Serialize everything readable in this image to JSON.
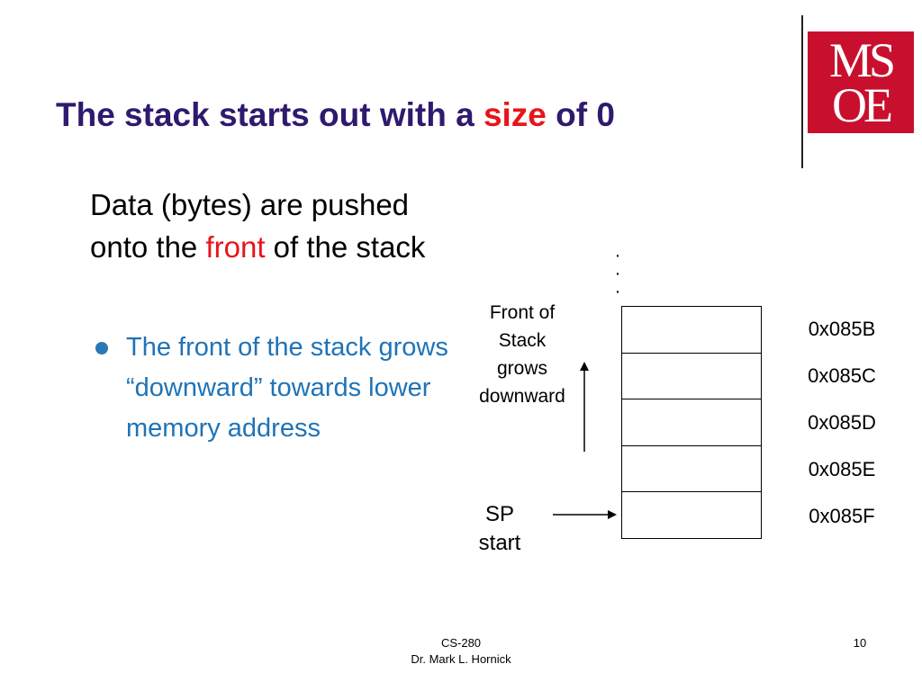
{
  "slide": {
    "title_before": "The stack starts out with a ",
    "title_accent": "size",
    "title_after": " of 0"
  },
  "logo": {
    "line1": "MS",
    "line2": "OE",
    "color": "#c8102e"
  },
  "body": {
    "line1": "Data (bytes) are pushed onto the ",
    "accent": "front",
    "line2": " of the stack"
  },
  "bullet": {
    "text": "The front of the stack grows “downward” towards lower memory address"
  },
  "diagram": {
    "front_label_lines": [
      "Front of",
      "Stack",
      "grows",
      "downward"
    ],
    "sp_label_lines": [
      "SP",
      "start"
    ],
    "ellipsis": [
      "·",
      "·",
      "·"
    ],
    "addresses": [
      "0x085B",
      "0x085C",
      "0x085D",
      "0x085E",
      "0x085F"
    ]
  },
  "footer": {
    "course": "CS-280",
    "author": "Dr. Mark L. Hornick",
    "page": "10"
  },
  "colors": {
    "title": "#2e1a6e",
    "accent": "#e8141a",
    "bullet": "#1f73b7"
  }
}
